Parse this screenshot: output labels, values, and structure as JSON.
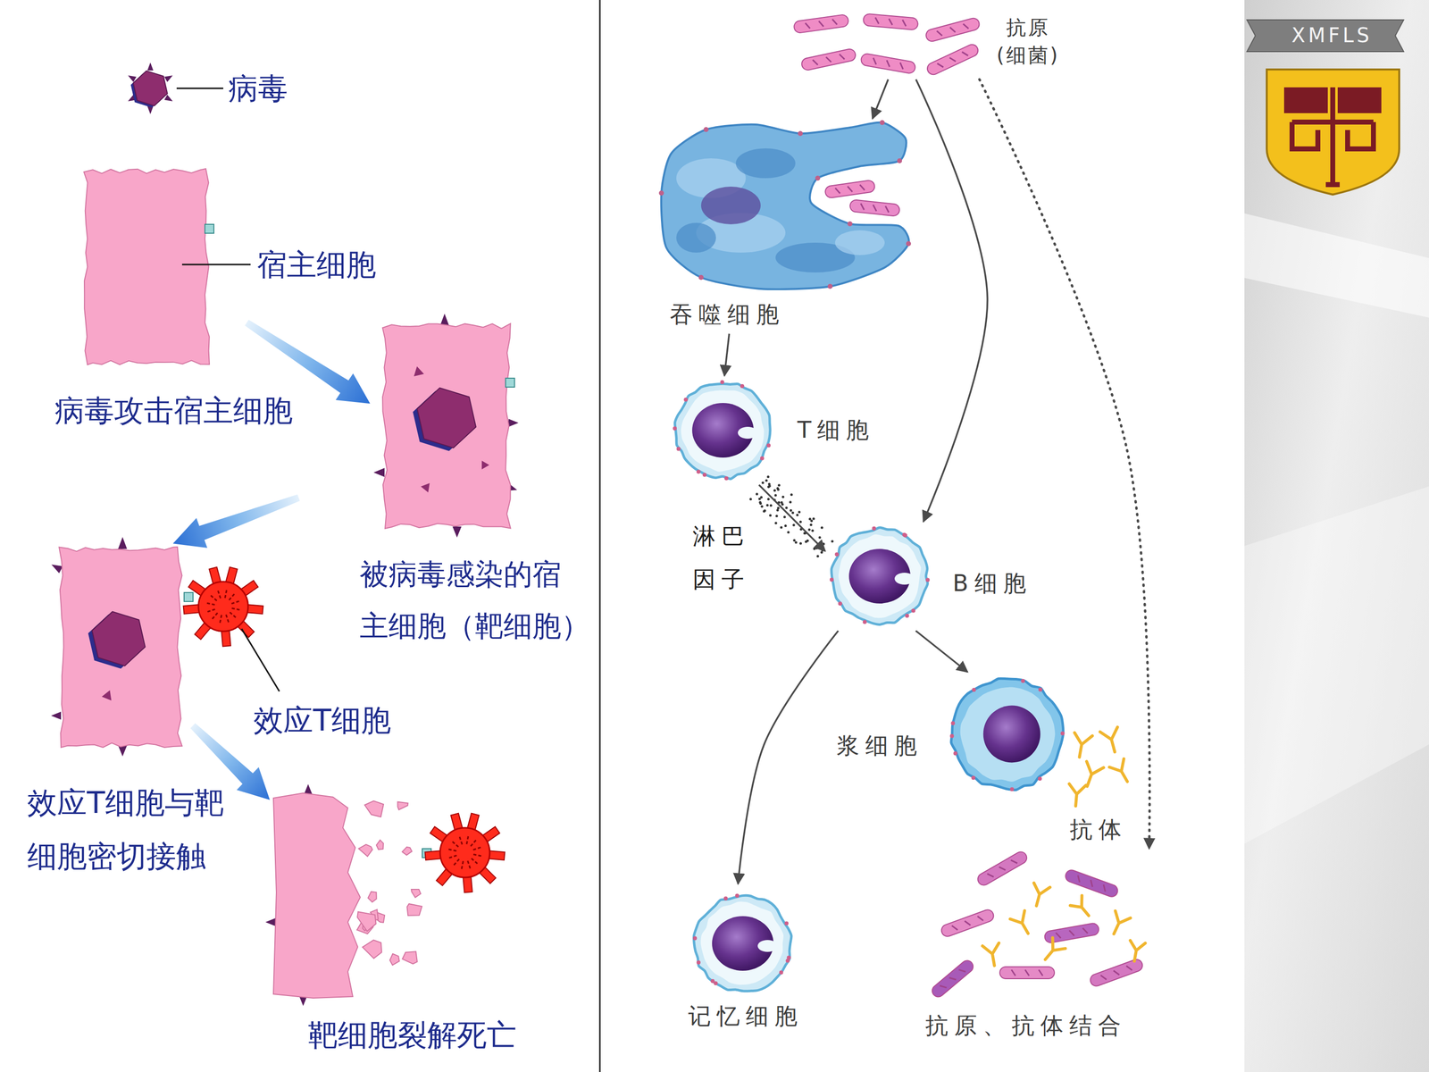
{
  "diagram": {
    "nodes": [
      {
        "text": [
          "病毒"
        ]
      },
      {
        "text": [
          "宿主细胞"
        ]
      },
      {
        "text": [
          "被病毒感染的宿 主细胞（靶细胞）"
        ]
      },
      {
        "text": [
          "效应T细胞与靶 细胞密切接触"
        ]
      },
      {
        "text": [
          "效应T细胞"
        ]
      },
      {
        "text": [
          "靶细胞裂解死亡"
        ]
      },
      {
        "text": [
          "抗原 (细菌)"
        ]
      },
      {
        "text": [
          "吞噬细胞"
        ]
      },
      {
        "text": [
          "T细胞"
        ]
      },
      {
        "text": [
          "B细胞"
        ]
      },
      {
        "text": [
          "浆细胞"
        ]
      },
      {
        "text": [
          "记忆细胞"
        ]
      },
      {
        "text": [
          "抗原、抗体结合"
        ]
      }
    ],
    "edges": [
      {
        "from": 1,
        "to": 2,
        "arrow": "to",
        "label": "病毒攻击宿主细胞"
      },
      {
        "from": 2,
        "to": 3,
        "arrow": "to"
      },
      {
        "from": 3,
        "to": 5,
        "arrow": "to"
      },
      {
        "from": 6,
        "to": 7,
        "arrow": "to"
      },
      {
        "from": 6,
        "to": 9,
        "arrow": "to"
      },
      {
        "from": 6,
        "to": 12,
        "arrow": "to"
      },
      {
        "from": 7,
        "to": 8,
        "arrow": "to"
      },
      {
        "from": 8,
        "to": 9,
        "arrow": "to",
        "label": "淋巴 因子"
      },
      {
        "from": 9,
        "to": 10,
        "arrow": "to"
      },
      {
        "from": 9,
        "to": 11,
        "arrow": "to"
      }
    ],
    "labels": [
      "抗体",
      "XMFLS"
    ]
  }
}
